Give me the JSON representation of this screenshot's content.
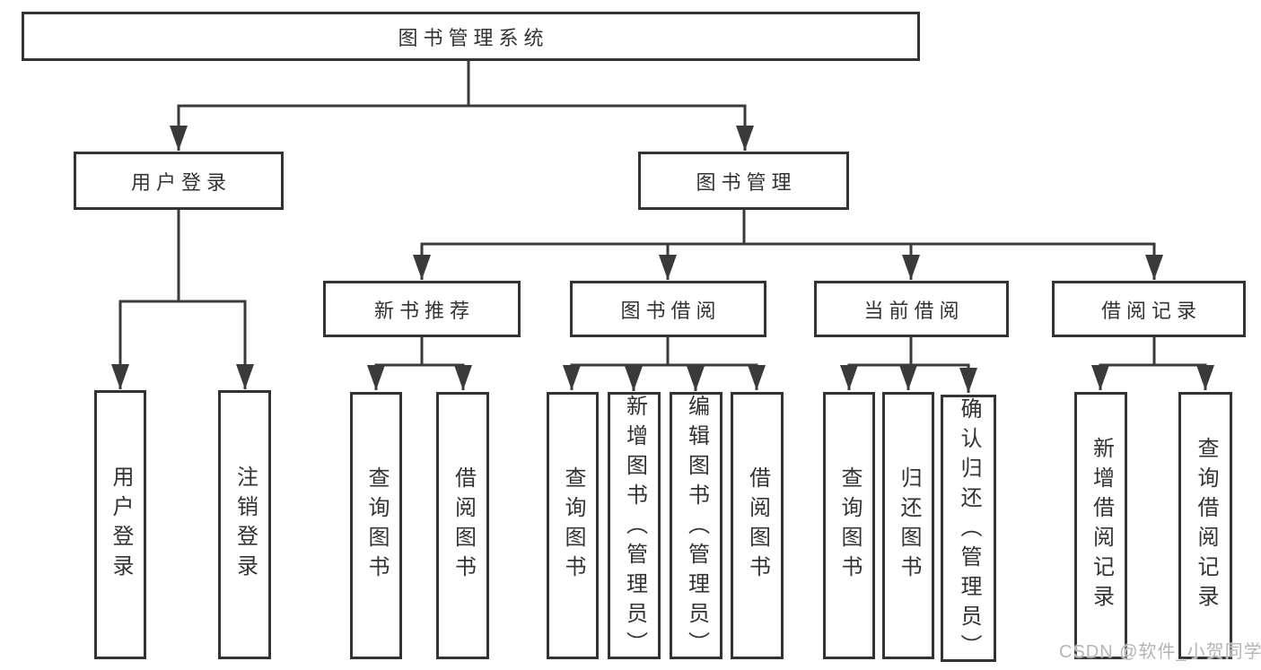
{
  "diagram": {
    "watermark": "CSDN @软件_小贺同学",
    "colors": {
      "line": "#3a3a3a",
      "box_border": "#333333",
      "text": "#333333",
      "watermark": "#b5b5b5",
      "background": "#ffffff"
    },
    "tree": {
      "root": {
        "label": "图书管理系统"
      },
      "branches": [
        {
          "label": "用户登录",
          "children": [
            {
              "label": "用户登录"
            },
            {
              "label": "注销登录"
            }
          ]
        },
        {
          "label": "图书管理",
          "children": [
            {
              "label": "新书推荐",
              "children": [
                {
                  "label": "查询图书"
                },
                {
                  "label": "借阅图书"
                }
              ]
            },
            {
              "label": "图书借阅",
              "children": [
                {
                  "label": "查询图书"
                },
                {
                  "label": "新增图书（管理员）"
                },
                {
                  "label": "编辑图书（管理员）"
                },
                {
                  "label": "借阅图书"
                }
              ]
            },
            {
              "label": "当前借阅",
              "children": [
                {
                  "label": "查询图书"
                },
                {
                  "label": "归还图书"
                },
                {
                  "label": "确认归还（管理员）"
                }
              ]
            },
            {
              "label": "借阅记录",
              "children": [
                {
                  "label": "新增借阅记录"
                },
                {
                  "label": "查询借阅记录"
                }
              ]
            }
          ]
        }
      ]
    }
  }
}
